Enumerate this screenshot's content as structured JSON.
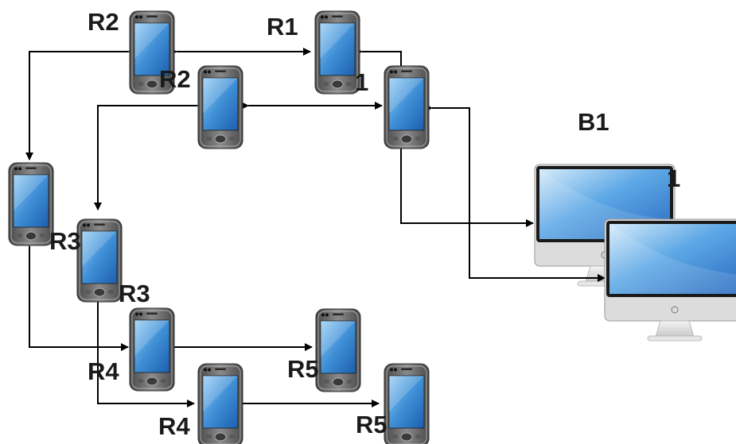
{
  "labels": {
    "r1_back": "R1",
    "r1_front": "1",
    "r2_back": "R2",
    "r2_front": "R2",
    "r3_back": "R3",
    "r3_front": "R3",
    "r4_back": "R4",
    "r4_front": "R4",
    "r5_back": "R5",
    "r5_front": "R5",
    "b1_back": "B1",
    "b1_front": "1"
  },
  "colors": {
    "line": "#000000",
    "screen": "#3f8fd6",
    "phone_body": "#6d6d6d",
    "monitor_frame": "#d6d6d6"
  },
  "icons": {
    "phone": "smartphone-icon",
    "computer": "desktop-monitor-icon"
  }
}
